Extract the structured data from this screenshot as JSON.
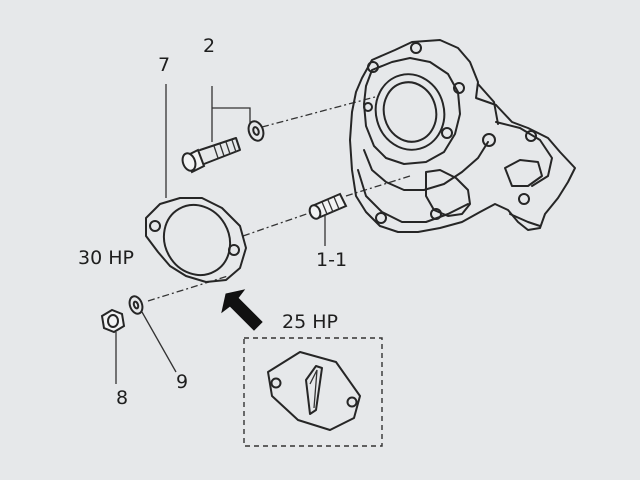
{
  "labels": {
    "part_7": "7",
    "part_2": "2",
    "part_1_1": "1-1",
    "hp_30": "30 HP",
    "hp_25": "25 HP",
    "part_8": "8",
    "part_9": "9"
  },
  "colors": {
    "background": "#e6e8ea",
    "ink": "#262626"
  },
  "icons": {
    "pointer": "thick-arrow-up-left"
  }
}
